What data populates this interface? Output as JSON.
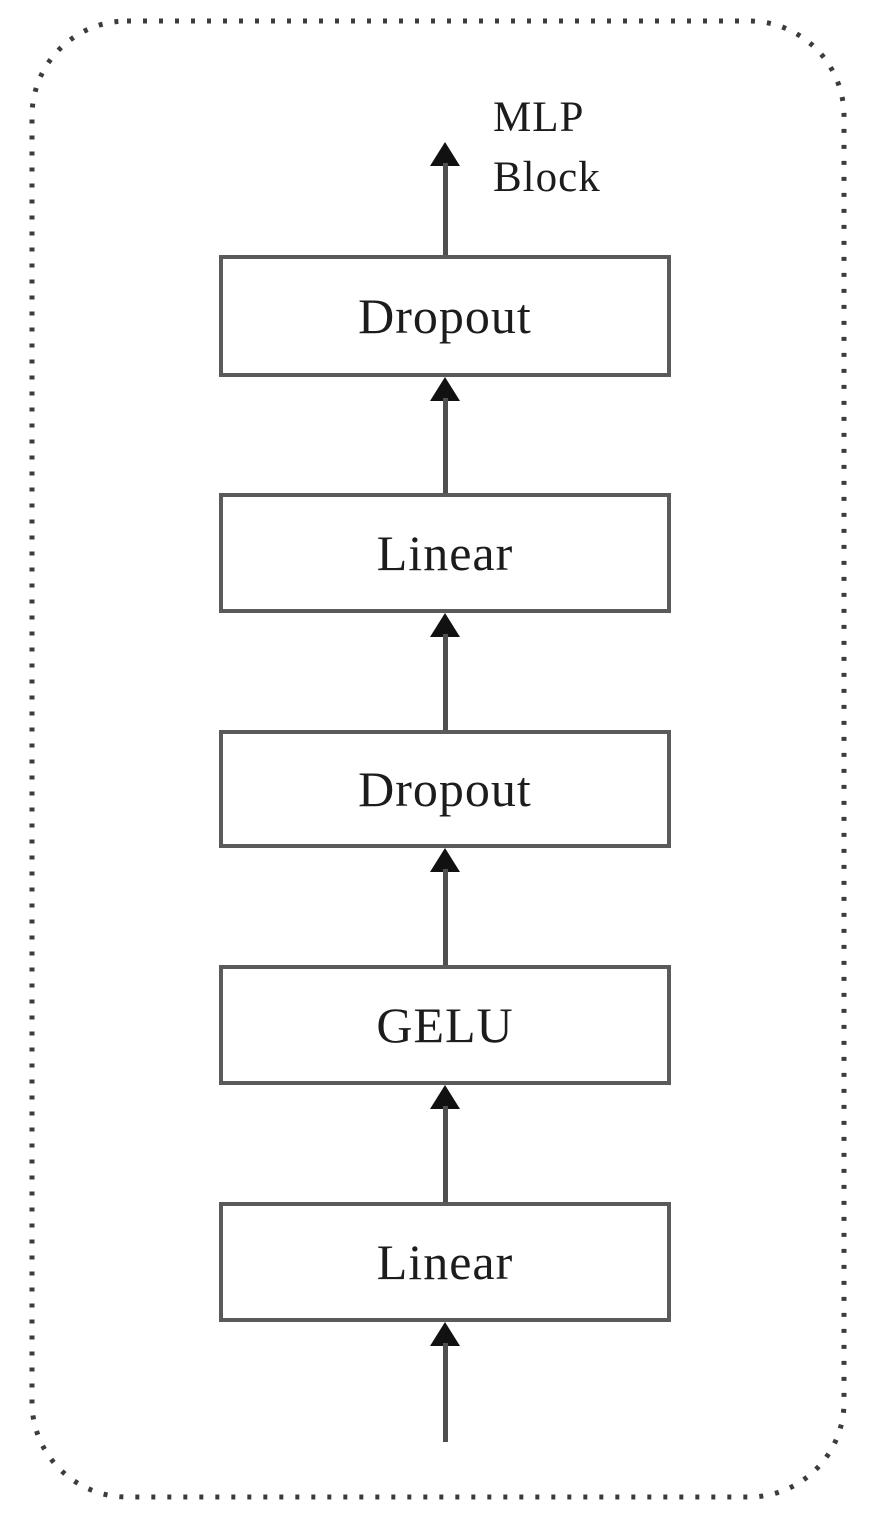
{
  "diagram": {
    "title": "MLP\nBlock",
    "flow_direction": "bottom-to-top",
    "nodes": [
      {
        "label": "Dropout"
      },
      {
        "label": "Linear"
      },
      {
        "label": "Dropout"
      },
      {
        "label": "GELU"
      },
      {
        "label": "Linear"
      }
    ],
    "colors": {
      "box_border": "#5a5a5a",
      "box_fill": "#ffffff",
      "text": "#1c1c1c",
      "arrow_stem": "#4f4f4f",
      "arrow_head": "#111111",
      "dotted_border": "#3c3c3c"
    }
  }
}
